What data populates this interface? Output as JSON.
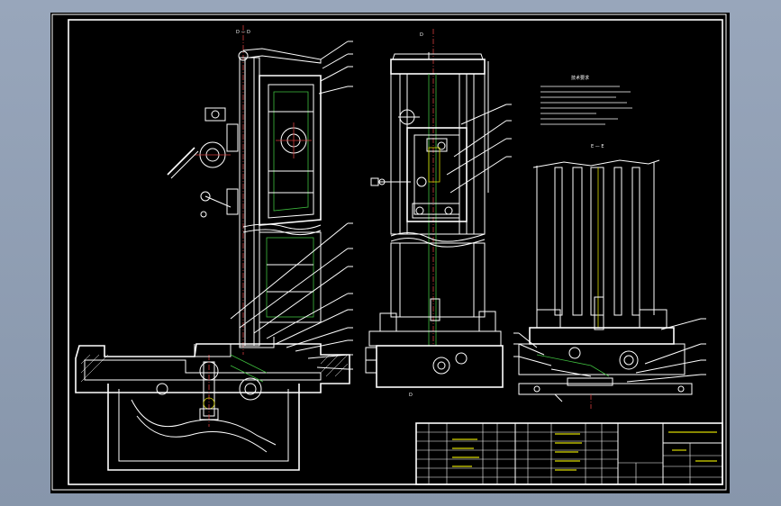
{
  "labels": {
    "section_d": "D — D",
    "marker_d_top": "D",
    "marker_d_bottom": "D",
    "section_e": "E — E",
    "technical_requirements": "技术要求"
  },
  "colors": {
    "background": "#000000",
    "frame": "#8e9db2",
    "line": "#ffffff",
    "accent_yellow": "#d9d900",
    "accent_green": "#3fbf3f",
    "accent_red": "#d23c3c",
    "accent_cyan": "#3fbfbf"
  }
}
